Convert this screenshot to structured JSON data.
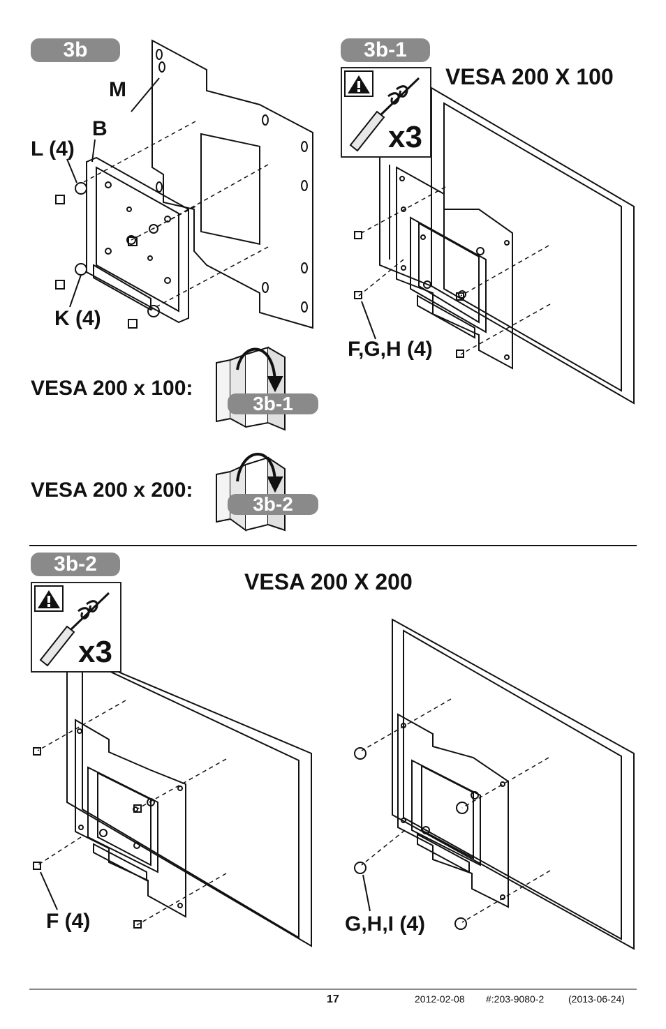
{
  "steps": {
    "step_3b": "3b",
    "step_3b1": "3b-1",
    "step_3b2": "3b-2"
  },
  "top_left": {
    "label_m": "M",
    "label_b": "B",
    "label_l": "L (4)",
    "label_k": "K (4)"
  },
  "top_right": {
    "title": "VESA 200 X 100",
    "multiplier": "x3",
    "label_fgh": "F,G,H (4)"
  },
  "choices": {
    "row1_label": "VESA 200 x 100:",
    "row1_target": "3b-1",
    "row2_label": "VESA 200 x 200:",
    "row2_target": "3b-2"
  },
  "bottom": {
    "title": "VESA 200 X 200",
    "multiplier": "x3",
    "label_f": "F (4)",
    "label_ghi": "G,H,I (4)"
  },
  "footer": {
    "page_number": "17",
    "date": "2012-02-08",
    "doc_number": "#:203-9080-2",
    "revision": "(2013-06-24)"
  }
}
